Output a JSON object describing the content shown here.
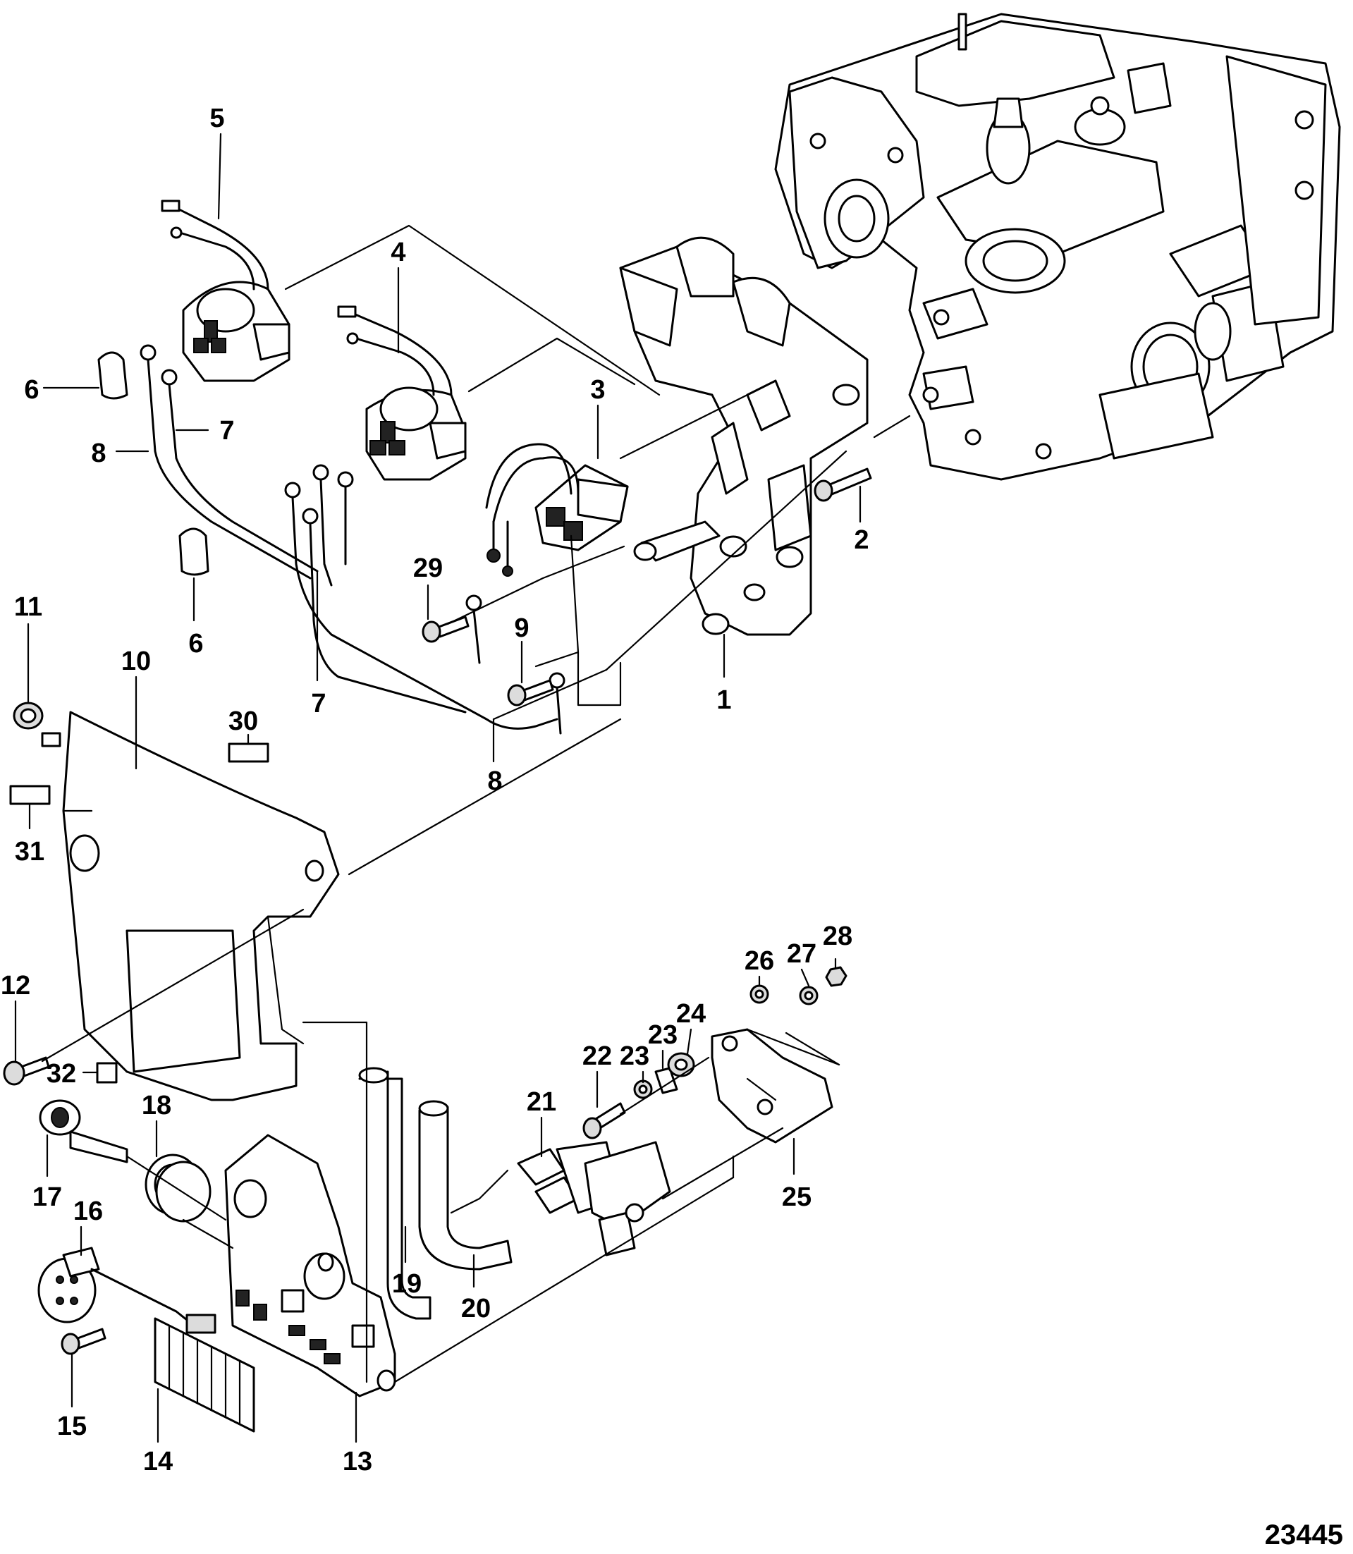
{
  "document_number": "23445",
  "callouts": [
    {
      "id": "1",
      "label": "1"
    },
    {
      "id": "2",
      "label": "2"
    },
    {
      "id": "3",
      "label": "3"
    },
    {
      "id": "4",
      "label": "4"
    },
    {
      "id": "5",
      "label": "5"
    },
    {
      "id": "6a",
      "label": "6"
    },
    {
      "id": "6b",
      "label": "6"
    },
    {
      "id": "7a",
      "label": "7"
    },
    {
      "id": "7b",
      "label": "7"
    },
    {
      "id": "8a",
      "label": "8"
    },
    {
      "id": "8b",
      "label": "8"
    },
    {
      "id": "9",
      "label": "9"
    },
    {
      "id": "10",
      "label": "10"
    },
    {
      "id": "11",
      "label": "11"
    },
    {
      "id": "12",
      "label": "12"
    },
    {
      "id": "13",
      "label": "13"
    },
    {
      "id": "14",
      "label": "14"
    },
    {
      "id": "15",
      "label": "15"
    },
    {
      "id": "16",
      "label": "16"
    },
    {
      "id": "17",
      "label": "17"
    },
    {
      "id": "18",
      "label": "18"
    },
    {
      "id": "19",
      "label": "19"
    },
    {
      "id": "20",
      "label": "20"
    },
    {
      "id": "21",
      "label": "21"
    },
    {
      "id": "22",
      "label": "22"
    },
    {
      "id": "23a",
      "label": "23"
    },
    {
      "id": "23b",
      "label": "23"
    },
    {
      "id": "24",
      "label": "24"
    },
    {
      "id": "25",
      "label": "25"
    },
    {
      "id": "26",
      "label": "26"
    },
    {
      "id": "27",
      "label": "27"
    },
    {
      "id": "28",
      "label": "28"
    },
    {
      "id": "29",
      "label": "29"
    },
    {
      "id": "30",
      "label": "30"
    },
    {
      "id": "31",
      "label": "31"
    },
    {
      "id": "32",
      "label": "32"
    }
  ]
}
